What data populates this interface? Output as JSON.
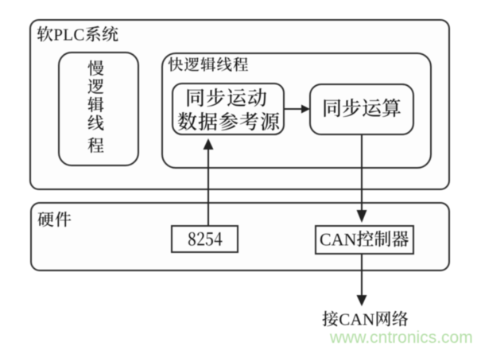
{
  "diagram": {
    "outer_box": {
      "label": "软PLC系统"
    },
    "slow_thread_box": {
      "label": "慢逻辑线程",
      "orientation": "vertical"
    },
    "fast_thread_box": {
      "label": "快逻辑线程"
    },
    "sync_source_box": {
      "line1": "同步运动",
      "line2": "数据参考源"
    },
    "sync_calc_box": {
      "label": "同步运算"
    },
    "hardware_box": {
      "label": "硬件"
    },
    "chip_box": {
      "label": "8254"
    },
    "can_controller_box": {
      "label": "CAN控制器"
    },
    "network_label": "接CAN网络",
    "watermark": "www.cntronics.com",
    "colors": {
      "line": "#2d2d2d",
      "text": "#151515",
      "watermark_green": "#b5dfa8",
      "background": "#ffffff"
    }
  }
}
